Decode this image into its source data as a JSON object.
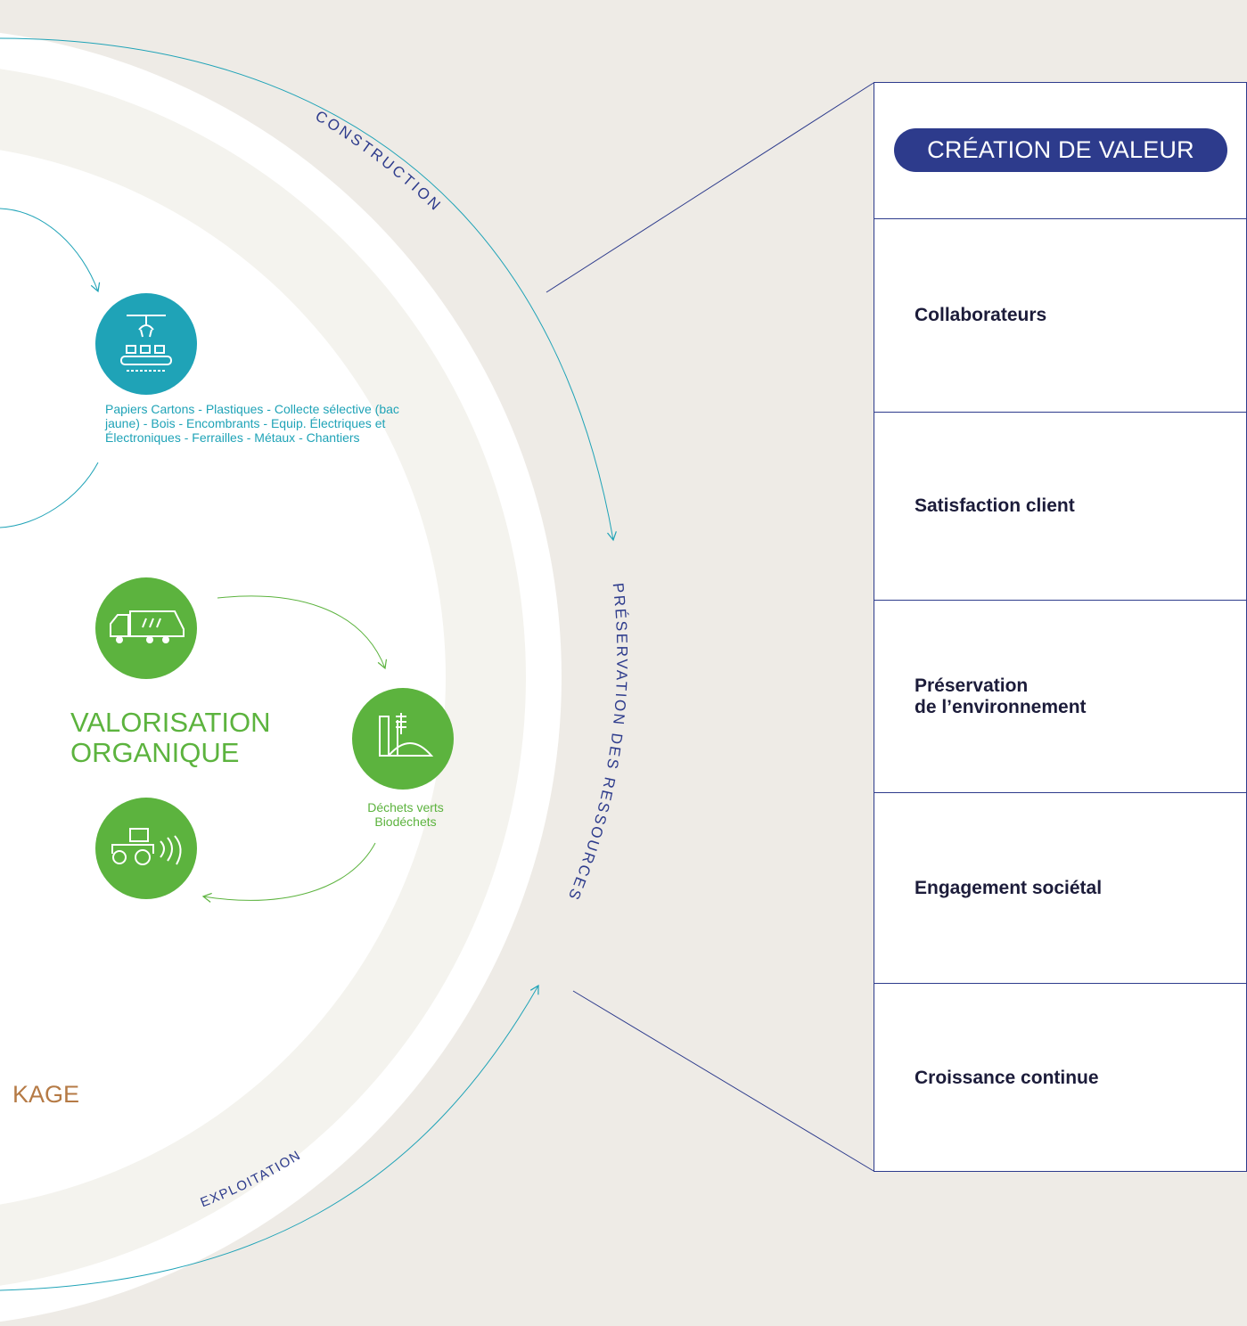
{
  "panel": {
    "title": "CRÉATION DE VALEUR",
    "items": [
      "Collaborateurs",
      "Satisfaction client",
      "Préservation\nde l’environnement",
      "Engagement sociétal",
      "Croissance continue"
    ]
  },
  "ring_labels": {
    "construction": "CONSTRUCTION",
    "preservation": "PRÉSERVATION DES RESSOURCES",
    "exploitation": "EXPLOITATION"
  },
  "sorting": {
    "icon": "sorting-conveyor-icon",
    "caption": "Papiers Cartons - Plastiques - Collecte sélective (bac jaune) - Bois - Encombrants - Equip. Électriques et Électroniques - Ferrailles - Métaux - Chantiers"
  },
  "organic": {
    "title_line1": "VALORISATION",
    "title_line2": "ORGANIQUE",
    "caption_line1": "Déchets verts",
    "caption_line2": "Biodéchets",
    "icons": [
      "garbage-truck-icon",
      "methanisation-plant-icon",
      "tractor-spreader-icon"
    ]
  },
  "storage": {
    "partial_label": "KAGE"
  },
  "colors": {
    "navy": "#2d3b8c",
    "teal": "#1fa3b7",
    "green": "#5cb33e",
    "brown": "#b57a45",
    "background": "#eeebe6",
    "ring": "#f4f3ee"
  }
}
